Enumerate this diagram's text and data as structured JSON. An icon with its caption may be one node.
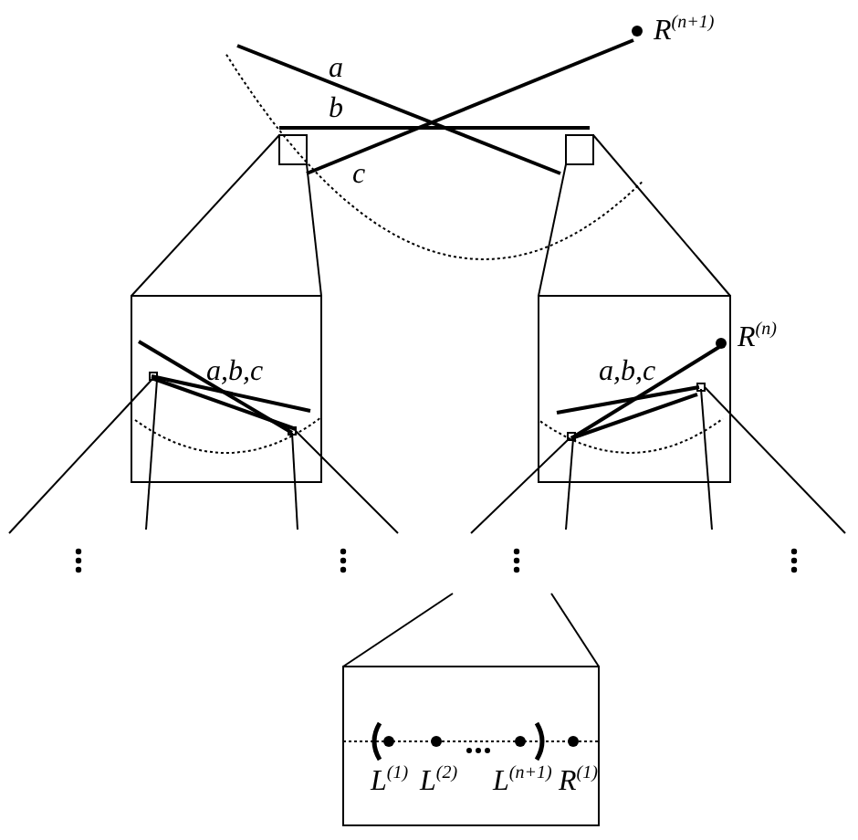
{
  "diagram": {
    "labels": [
      "R$^{(n+1)}$",
      "a",
      "b",
      "c",
      "R$^{(n)}$",
      "a,b,c",
      "a,b,c",
      "L$^{(1)}$",
      "L$^{(2)}$",
      "L$^{(n+1)}$",
      "R$^{(1)}$"
    ]
  }
}
